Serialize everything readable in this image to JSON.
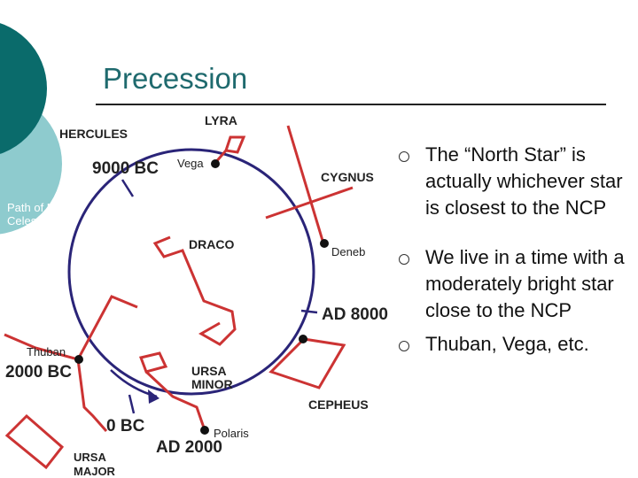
{
  "title": "Precession",
  "colors": {
    "teal_dark": "#0a6b6b",
    "teal_light": "#8ecbce",
    "circle": "#2a2478",
    "constellation": "#cc3333",
    "title": "#1f6a6e"
  },
  "diagram": {
    "labels": {
      "lyra": "LYRA",
      "hercules": "HERCULES",
      "vega": "Vega",
      "bc9000": "9000 BC",
      "cygnus": "CYGNUS",
      "path_line1": "Path of North",
      "path_line2": "Celestial Pole",
      "draco": "DRACO",
      "deneb": "Deneb",
      "ad8000": "AD 8000",
      "thuban": "Thuban",
      "bc2000": "2000 BC",
      "ursa_minor_1": "URSA",
      "ursa_minor_2": "MINOR",
      "cepheus": "CEPHEUS",
      "bc0": "0 BC",
      "polaris": "Polaris",
      "ad2000": "AD 2000",
      "ursa_major_1": "URSA",
      "ursa_major_2": "MAJOR"
    }
  },
  "bullets": [
    "The “North Star” is actually whichever star is closest to the NCP",
    "We live in a time with a moderately bright star close to the NCP",
    "Thuban, Vega, etc."
  ]
}
